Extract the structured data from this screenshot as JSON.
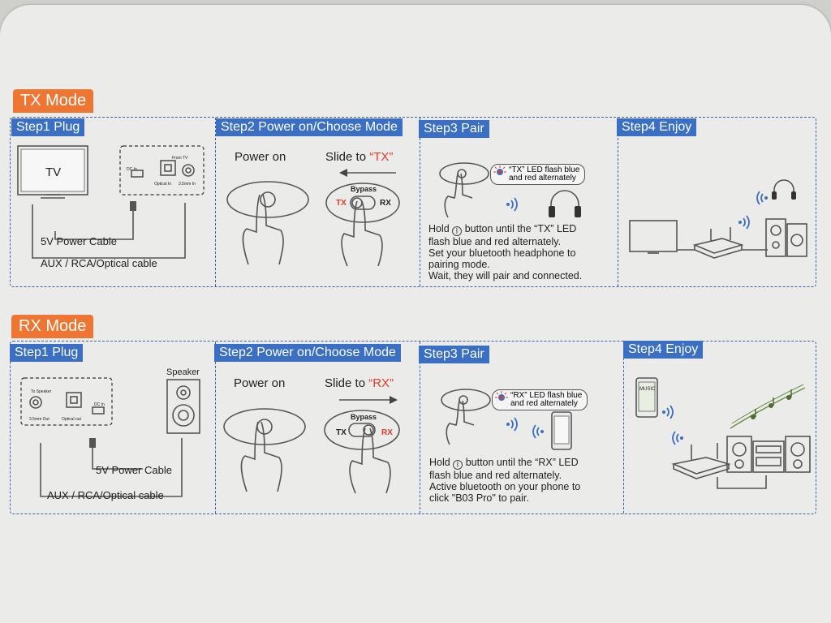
{
  "tx": {
    "mode_label": "TX Mode",
    "step1": {
      "title": "Step1 Plug",
      "tv_label": "TV",
      "port_dc": "DC In",
      "port_optical": "Optical In",
      "port_35": "3.5mm In",
      "from_tv": "From TV",
      "cable_power": "5V Power Cable",
      "cable_aux": "AUX / RCA/Optical cable"
    },
    "step2": {
      "title": "Step2 Power on/Choose Mode",
      "power_on": "Power on",
      "slide_prefix": "Slide to ",
      "slide_mode": "“TX”",
      "bypass": "Bypass",
      "tx": "TX",
      "rx": "RX"
    },
    "step3": {
      "title": "Step3 Pair",
      "led_line1": "“TX” LED flash blue",
      "led_line2": "and red alternately",
      "line1_pre": "Hold",
      "line1_post": "button until the “TX” LED",
      "line2": "flash blue and red alternately.",
      "line3": "Set your bluetooth headphone to",
      "line4": "pairing mode.",
      "line5": "Wait, they will pair and connected."
    },
    "step4": {
      "title": "Step4 Enjoy"
    }
  },
  "rx": {
    "mode_label": "RX Mode",
    "step1": {
      "title": "Step1 Plug",
      "to_speaker": "To Speaker",
      "port_35": "3.5mm Out",
      "port_optical": "Optical out",
      "port_dc": "DC In",
      "speaker_label": "Speaker",
      "cable_power": "5V Power Cable",
      "cable_aux": "AUX / RCA/Optical cable"
    },
    "step2": {
      "title": "Step2 Power on/Choose Mode",
      "power_on": "Power on",
      "slide_prefix": "Slide to ",
      "slide_mode": "“RX”",
      "bypass": "Bypass",
      "tx": "TX",
      "rx": "RX"
    },
    "step3": {
      "title": "Step3 Pair",
      "led_line1": "“RX” LED flash blue",
      "led_line2": "and red alternately",
      "line1_pre": "Hold",
      "line1_post": "button until the “RX” LED",
      "line2": "flash blue and red alternately.",
      "line3": "Active bluetooth on your phone to",
      "line4": "click \"B03 Pro\" to pair."
    },
    "step4": {
      "title": "Step4 Enjoy",
      "phone_label": "MUSIC"
    }
  },
  "colors": {
    "mode_tag": "#ee7532",
    "step_header": "#3a6fc4",
    "highlight": "#e43a2a",
    "dash": "#3f5fa8"
  },
  "icons": [
    "tv-icon",
    "device-ports-icon",
    "hand-press-icon",
    "power-button-icon",
    "slide-switch-icon",
    "arrow-icon",
    "bluetooth-icon",
    "wifi-signal-icon",
    "headphone-icon",
    "transmitter-icon",
    "speaker-icon",
    "phone-icon",
    "music-notes-icon",
    "stereo-system-icon"
  ]
}
